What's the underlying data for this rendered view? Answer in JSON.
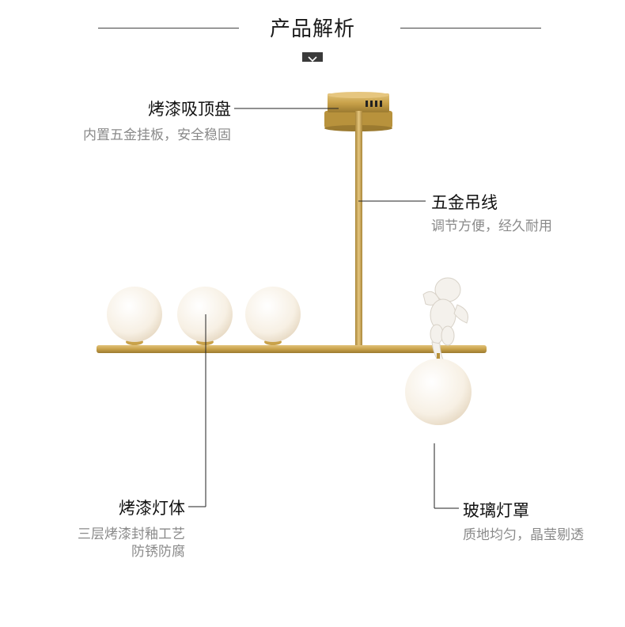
{
  "header": {
    "title": "产品解析"
  },
  "callouts": {
    "ceiling": {
      "label": "烤漆吸顶盘",
      "desc": "内置五金挂板，安全稳固"
    },
    "rod": {
      "label": "五金吊线",
      "desc": "调节方便，经久耐用"
    },
    "body": {
      "label": "烤漆灯体",
      "desc_1": "三层烤漆封釉工艺",
      "desc_2": "防锈防腐"
    },
    "shade": {
      "label": "玻璃灯罩",
      "desc": "质地均匀，晶莹剔透"
    }
  },
  "colors": {
    "brass": "#c9a24a",
    "glass": "#fbf6ee",
    "text": "#111111",
    "muted": "#8a8a8a"
  },
  "icons": {
    "section_marker": "chevron-down-icon"
  }
}
